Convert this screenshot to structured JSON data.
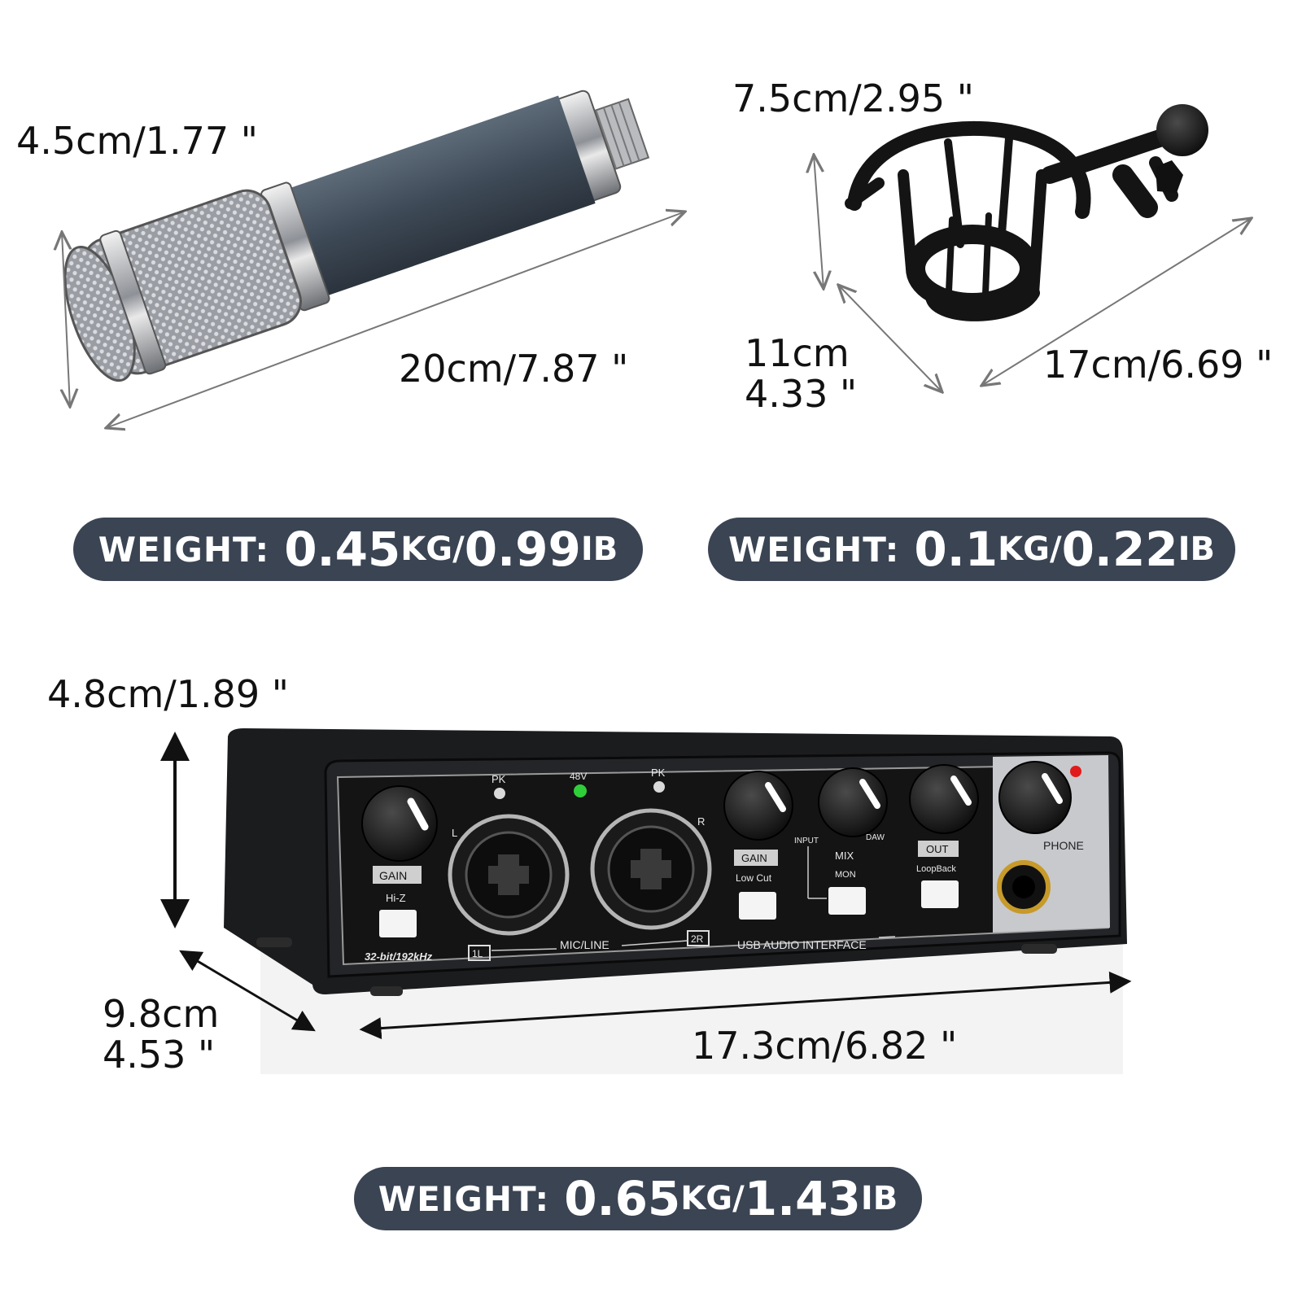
{
  "microphone": {
    "diameter": "4.5cm/1.77 \"",
    "length": "20cm/7.87 \"",
    "weight_label": "WEIGHT:",
    "weight_kg": "0.45",
    "weight_kg_unit": "KG/",
    "weight_lb": "0.99",
    "weight_lb_unit": "IB"
  },
  "shock_mount": {
    "width": "7.5cm/2.95 \"",
    "height_cm": "11cm",
    "height_in": "4.33 \"",
    "length": "17cm/6.69 \"",
    "weight_label": "WEIGHT:",
    "weight_kg": "0.1",
    "weight_kg_unit": "KG/",
    "weight_lb": "0.22",
    "weight_lb_unit": "IB"
  },
  "interface": {
    "height": "4.8cm/1.89 \"",
    "depth_cm": "9.8cm",
    "depth_in": "4.53 \"",
    "width": "17.3cm/6.82 \"",
    "weight_label": "WEIGHT:",
    "weight_kg": "0.65",
    "weight_kg_unit": "KG/",
    "weight_lb": "1.43",
    "weight_lb_unit": "IB",
    "panel": {
      "pk_left": "PK",
      "phantom": "48V",
      "pk_right": "PK",
      "gain_left": "GAIN",
      "left_label": "L",
      "hiz": "Hi-Z",
      "spec": "32-bit/192kHz",
      "ch1": "1L",
      "mic_line": "MIC/LINE",
      "ch2": "2R",
      "right_label": "R",
      "gain_right": "GAIN",
      "low_cut": "Low Cut",
      "input": "INPUT",
      "daw": "DAW",
      "mix": "MIX",
      "mon": "MON",
      "out": "OUT",
      "loopback": "LoopBack",
      "phone": "PHONE",
      "usb": "USB AUDIO INTERFACE"
    }
  },
  "colors": {
    "pill_bg": "#3a4453",
    "mic_body": "#3e4a57",
    "device_body": "#1b1c1e",
    "led_green": "#2fcf3a",
    "led_red": "#e11b1b"
  }
}
